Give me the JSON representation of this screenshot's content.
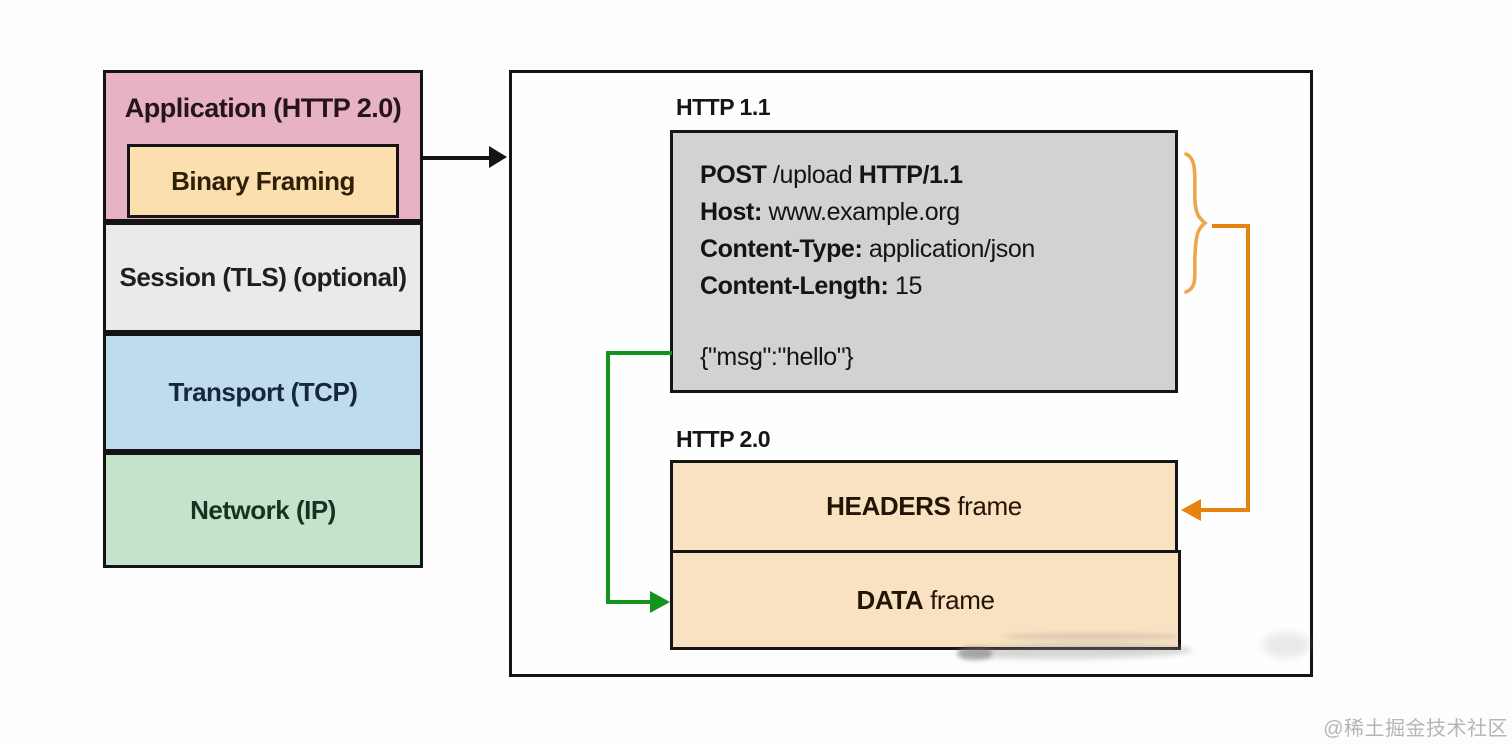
{
  "stack": {
    "layers": [
      {
        "label": "Application (HTTP 2.0)"
      },
      {
        "label": "Binary Framing"
      },
      {
        "label": "Session (TLS) (optional)"
      },
      {
        "label": "Transport (TCP)"
      },
      {
        "label": "Network (IP)"
      }
    ]
  },
  "panel": {
    "http11_label": "HTTP 1.1",
    "http20_label": "HTTP 2.0",
    "request": {
      "method": "POST",
      "path": "/upload",
      "version": "HTTP/1.1",
      "host_key": "Host:",
      "host_value": "www.example.org",
      "content_type_key": "Content-Type:",
      "content_type_value": "application/json",
      "content_length_key": "Content-Length:",
      "content_length_value": "15",
      "body": "{\"msg\":\"hello\"}"
    },
    "frames": [
      {
        "name": "HEADERS",
        "suffix": "frame"
      },
      {
        "name": "DATA",
        "suffix": "frame"
      }
    ]
  },
  "icons": {
    "flow_arrow": "black-right-arrow",
    "headers_group_brace": "orange-curly-brace",
    "headers_arrow": "orange-elbow-left-arrow",
    "data_arrow": "green-elbow-right-arrow"
  },
  "colors": {
    "application_pink": "#e7b2c1",
    "binary_framing_peach": "#fcdfae",
    "session_gray": "#eaeaea",
    "transport_blue": "#bedcee",
    "network_green": "#c3e4cb",
    "request_box_gray": "#d2d2d2",
    "frame_peach": "#f9e2c1",
    "connector_orange": "#e8820e",
    "brace_orange": "#efa64a",
    "connector_green": "#14941f",
    "connector_black": "#141414"
  },
  "watermark": "@稀土掘金技术社区"
}
